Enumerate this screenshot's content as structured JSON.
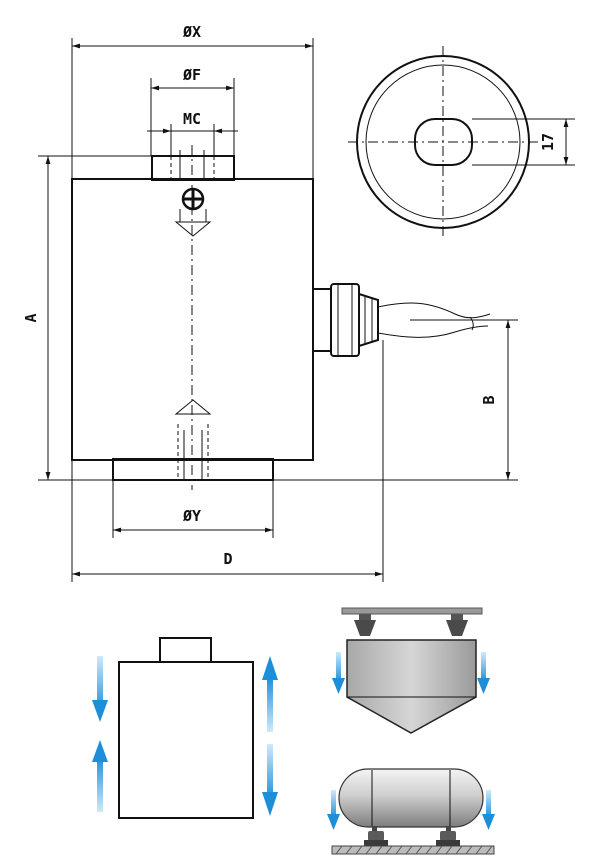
{
  "dimensions": {
    "outer_diameter": "ØX",
    "thread_diameter": "ØF",
    "thread_size": "MC",
    "base_diameter": "ØY",
    "height": "A",
    "cable_height": "B",
    "overall_depth": "D",
    "slot_width": "17"
  },
  "colors": {
    "line": "#111111",
    "arrow_blue": "#1c8fd8",
    "metal_light": "#e8e8e8",
    "metal_dark": "#8a8a8a",
    "ground": "#9a9a9a"
  },
  "icons": {
    "force_arrow": "force-arrow-icon",
    "foot": "mounting-foot-icon"
  }
}
